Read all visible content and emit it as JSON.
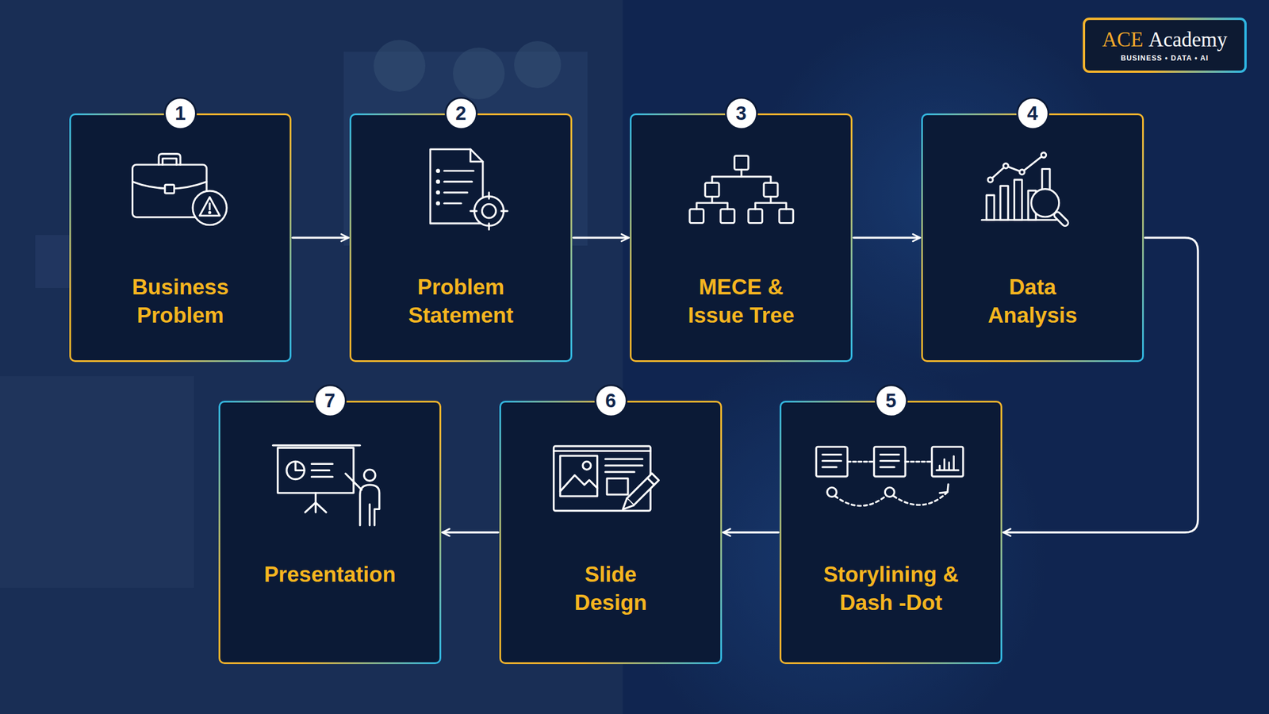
{
  "diagram": {
    "nodes": [
      {
        "text": [
          "ACE",
          "Academy",
          "BUSINESS • DATA • AI"
        ]
      },
      {
        "text": [
          "1",
          "Business Problem"
        ]
      },
      {
        "text": [
          "2",
          "Problem Statement"
        ]
      },
      {
        "text": [
          "3",
          "MECE & Issue Tree"
        ]
      },
      {
        "text": [
          "4",
          "Data Analysis"
        ]
      },
      {
        "text": [
          "5",
          "Storylining & Dash -Dot"
        ]
      },
      {
        "text": [
          "6",
          "Slide Design"
        ]
      },
      {
        "text": [
          "7",
          "Presentation"
        ]
      }
    ],
    "edges": [
      {
        "from": 1,
        "to": 2,
        "arrow": "to"
      },
      {
        "from": 2,
        "to": 3,
        "arrow": "to"
      },
      {
        "from": 3,
        "to": 4,
        "arrow": "to"
      },
      {
        "from": 4,
        "to": 5,
        "arrow": "to"
      },
      {
        "from": 5,
        "to": 6,
        "arrow": "to"
      },
      {
        "from": 6,
        "to": 7,
        "arrow": "to"
      }
    ]
  }
}
